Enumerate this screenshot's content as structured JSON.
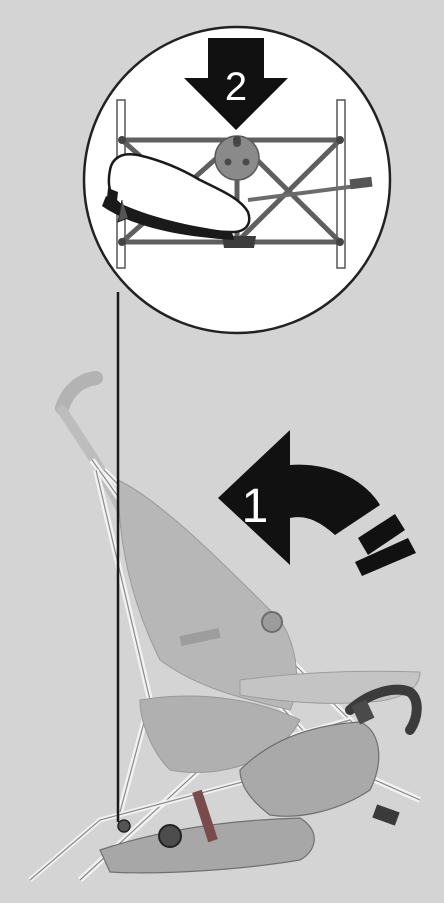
{
  "steps": [
    {
      "number": "1",
      "direction": "curved-arrow-left",
      "color": "#111111"
    },
    {
      "number": "2",
      "direction": "arrow-down",
      "color": "#111111"
    }
  ],
  "colors": {
    "background": "#d4d4d4",
    "frame_light": "#bcbcbc",
    "frame_dark": "#5f5f5f",
    "fabric": "#b5b5b5",
    "detail_circle": "#ffffff",
    "accent_brown": "#7a4b4b"
  }
}
